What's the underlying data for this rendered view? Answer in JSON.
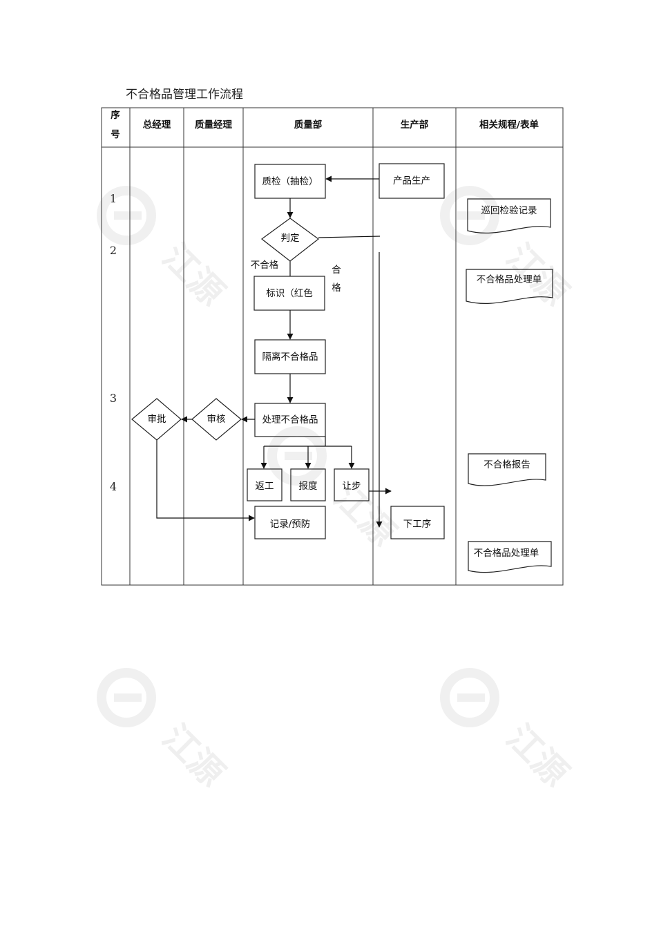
{
  "title": "不合格品管理工作流程",
  "header": {
    "seq": [
      "序",
      "号"
    ],
    "columns": [
      "总经理",
      "质量经理",
      "质量部",
      "生产部",
      "相关规程/表单"
    ]
  },
  "rows": [
    "1",
    "2",
    "3",
    "4"
  ],
  "nodes": {
    "qc": "质检（抽检）",
    "production": "产品生产",
    "judge": "判定",
    "nonconforming_label": "不合格",
    "conforming_label": [
      "合",
      "格"
    ],
    "mark": "标识（红色",
    "isolate": "隔离不合格品",
    "handle": "处理不合格品",
    "review": "审核",
    "approve": "审批",
    "rework": "返工",
    "scrap": "报度",
    "concession": "让步",
    "next_process": "下工序",
    "record": "记录/预防"
  },
  "documents": [
    "巡回检验记录",
    "不合格品处理单",
    "不合格报告",
    "不合格品处理单"
  ],
  "watermark": "江源"
}
